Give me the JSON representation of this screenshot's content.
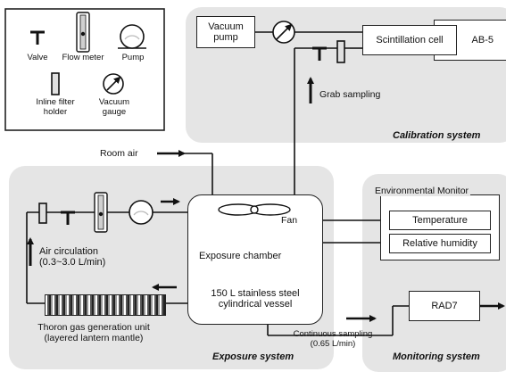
{
  "legend": {
    "valve": "Valve",
    "flow_meter": "Flow meter",
    "pump": "Pump",
    "inline_filter_holder": [
      "Inline filter",
      "holder"
    ],
    "vacuum_gauge": [
      "Vacuum",
      "gauge"
    ]
  },
  "calibration": {
    "vacuum_pump": [
      "Vacuum",
      "pump"
    ],
    "scintillation_cell": "Scintillation cell",
    "ab5": "AB-5",
    "grab_sampling": "Grab sampling",
    "system_label": "Calibration system"
  },
  "exposure": {
    "room_air": "Room air",
    "fan": "Fan",
    "chamber": "Exposure chamber",
    "vessel": [
      "150 L stainless steel",
      "cylindrical vessel"
    ],
    "air_circulation": [
      "Air circulation",
      "(0.3~3.0 L/min)"
    ],
    "thoron_source": [
      "Thoron gas generation unit",
      "(layered lantern mantle)"
    ],
    "continuous_sampling": [
      "Continuous sampling",
      "(0.65 L/min)"
    ],
    "system_label": "Exposure system"
  },
  "monitoring": {
    "env_monitor": "Environmental Monitor",
    "temperature": "Temperature",
    "humidity": "Relative humidity",
    "rad7": "RAD7",
    "system_label": "Monitoring system"
  }
}
